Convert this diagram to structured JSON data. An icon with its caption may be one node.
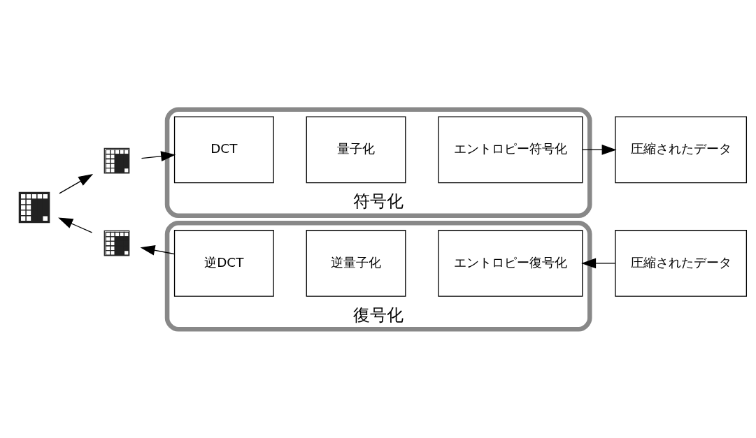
{
  "diagram": {
    "nodes": [
      {
        "text": [],
        "shape": "picture"
      },
      {
        "text": [],
        "shape": "picture"
      },
      {
        "text": [
          "符号化"
        ]
      },
      {
        "text": [
          "DCT"
        ],
        "in": 2
      },
      {
        "text": [
          "量子化"
        ],
        "in": 2
      },
      {
        "text": [
          "エントロピー符号化"
        ],
        "in": 2
      },
      {
        "text": [
          "圧縮されたデータ"
        ]
      },
      {
        "text": [
          "復号化"
        ]
      },
      {
        "text": [
          "逆DCT"
        ],
        "in": 7
      },
      {
        "text": [
          "逆量子化"
        ],
        "in": 7
      },
      {
        "text": [
          "エントロピー復号化"
        ],
        "in": 7
      },
      {
        "text": [
          "圧縮されたデータ"
        ]
      },
      {
        "text": [],
        "shape": "picture"
      }
    ],
    "edges": [
      {
        "from": 0,
        "to": 1,
        "arrow": "to"
      },
      {
        "from": 1,
        "to": 3,
        "arrow": "to"
      },
      {
        "from": 5,
        "to": 6,
        "arrow": "to"
      },
      {
        "from": 11,
        "to": 10,
        "arrow": "to"
      },
      {
        "from": 8,
        "to": 12,
        "arrow": "to"
      },
      {
        "from": 12,
        "to": 0,
        "arrow": "to"
      }
    ]
  }
}
